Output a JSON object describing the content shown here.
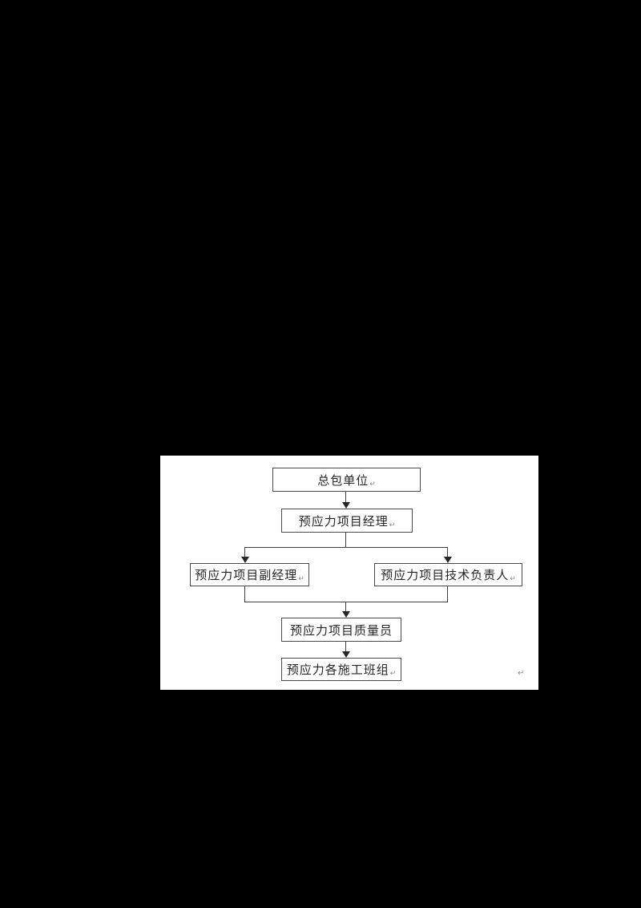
{
  "page": {
    "background_color": "#000000",
    "panel_background_color": "#ffffff",
    "line_color": "#3f3f3f",
    "text_color": "#262626"
  },
  "diagram": {
    "type": "flowchart",
    "orientation": "top-down",
    "return_mark": "↵",
    "nodes": [
      {
        "id": "general-contractor",
        "label": "总包单位",
        "has_return_mark": true
      },
      {
        "id": "project-manager",
        "label": "预应力项目经理",
        "has_return_mark": true
      },
      {
        "id": "deputy-project-manager",
        "label": "预应力项目副经理",
        "has_return_mark": true
      },
      {
        "id": "technical-director",
        "label": "预应力项目技术负责人",
        "has_return_mark": true
      },
      {
        "id": "quality-officer",
        "label": "预应力项目质量员",
        "has_return_mark": false
      },
      {
        "id": "construction-teams",
        "label": "预应力各施工班组",
        "has_return_mark": true
      }
    ],
    "edges": [
      {
        "from": "general-contractor",
        "to": "project-manager"
      },
      {
        "from": "project-manager",
        "to": "deputy-project-manager"
      },
      {
        "from": "project-manager",
        "to": "technical-director"
      },
      {
        "from": "deputy-project-manager",
        "to": "quality-officer"
      },
      {
        "from": "technical-director",
        "to": "quality-officer"
      },
      {
        "from": "quality-officer",
        "to": "construction-teams"
      }
    ]
  }
}
